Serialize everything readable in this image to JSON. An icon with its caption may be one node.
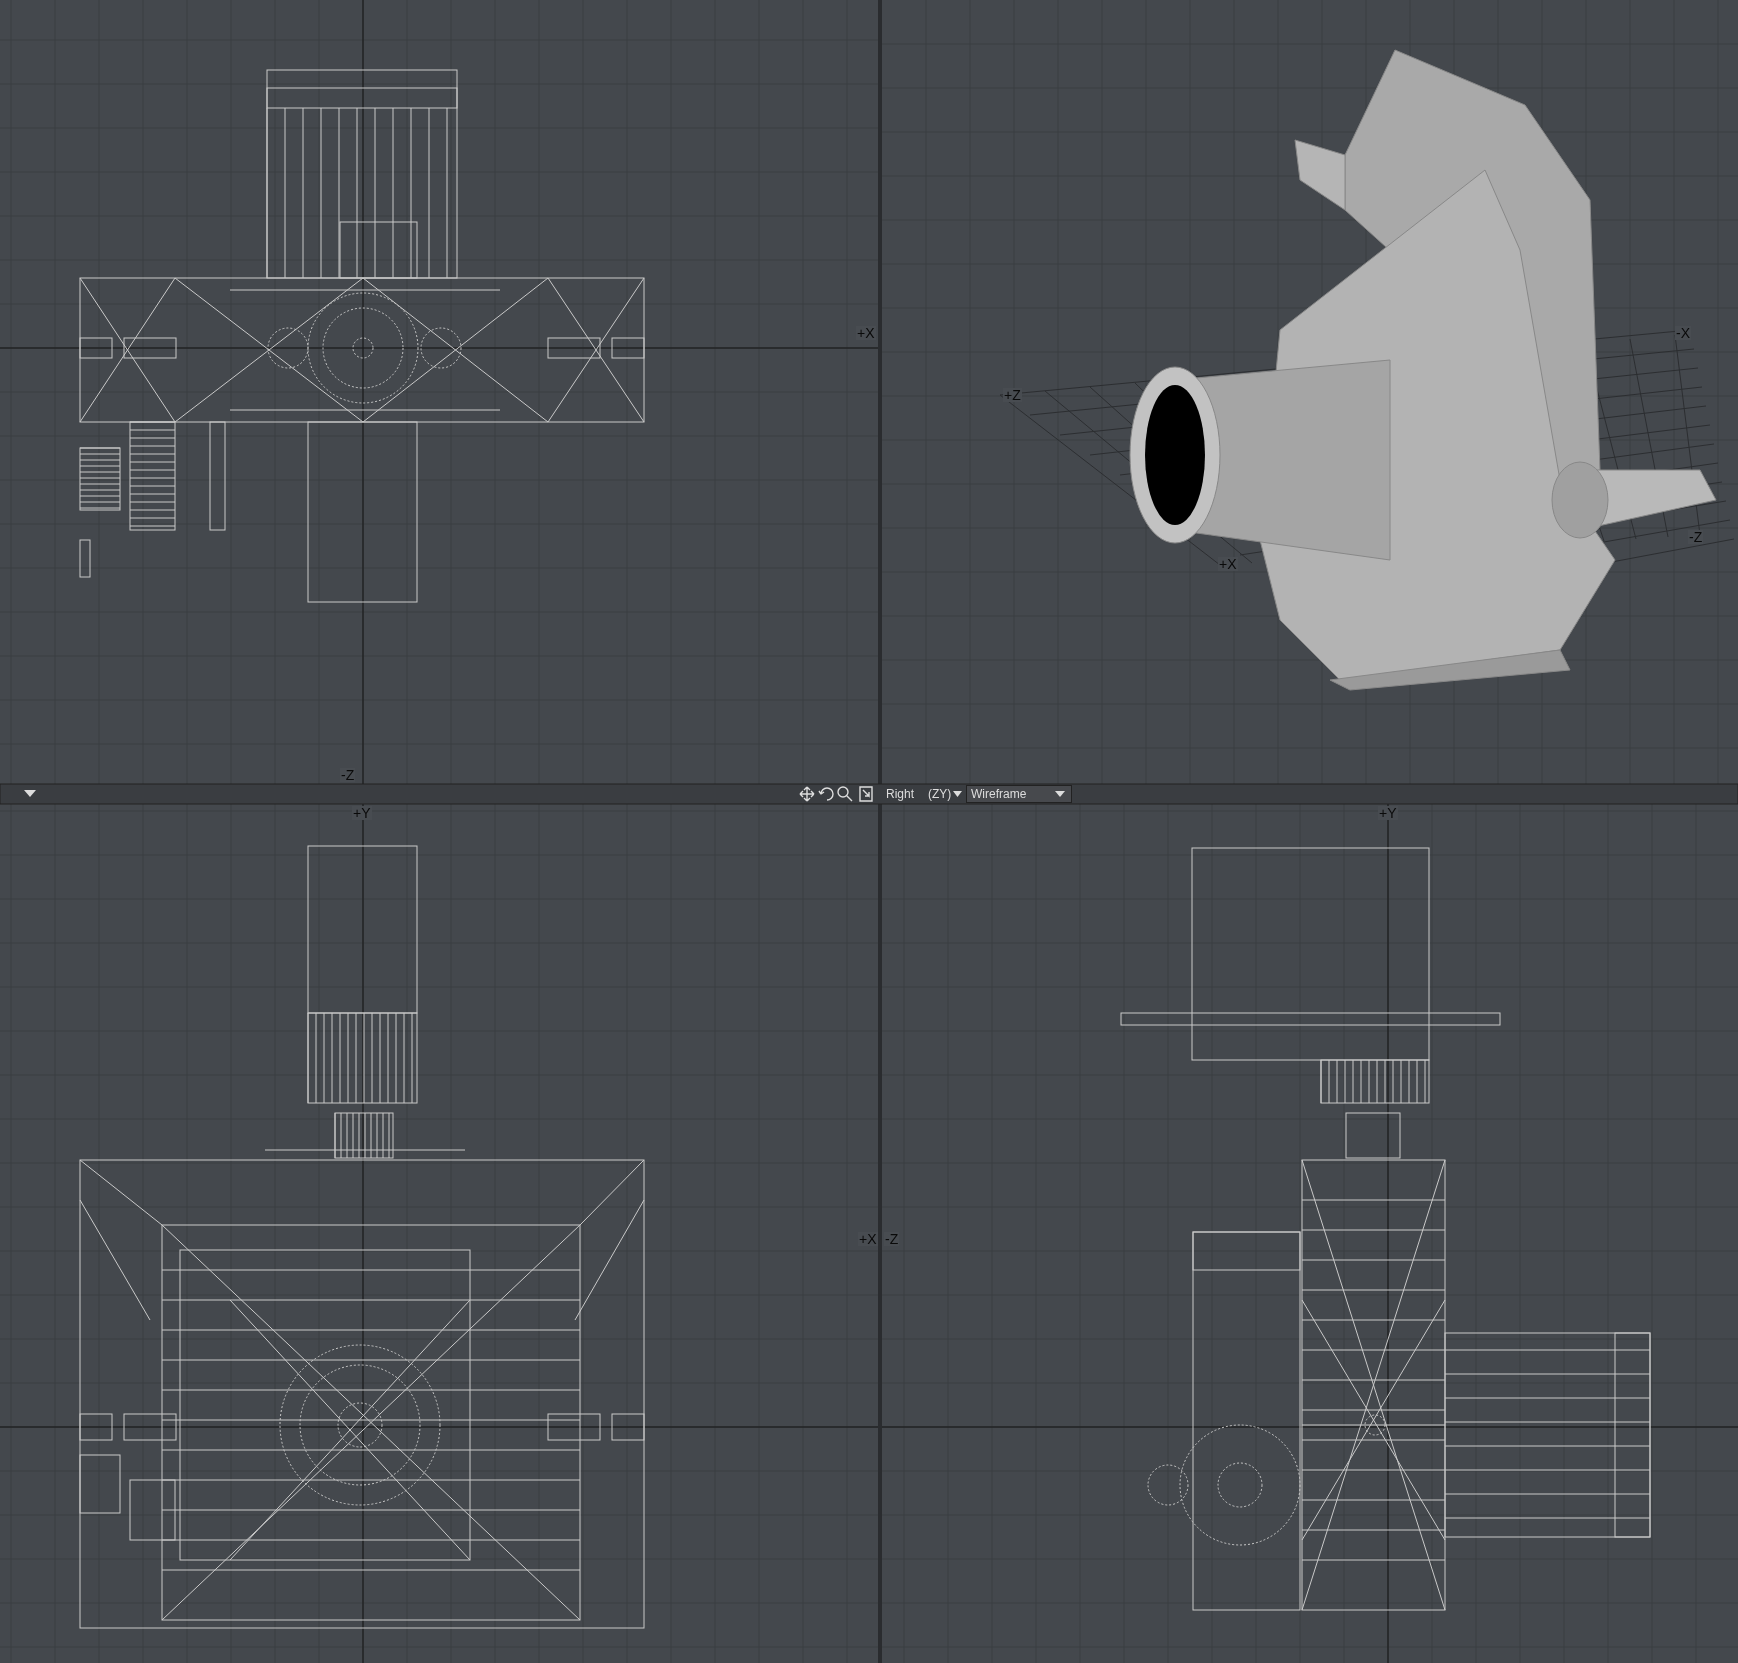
{
  "diagram": {
    "labels": [
      "+X",
      "-X",
      "+Z",
      "-Z",
      "+X",
      "-Z",
      "Right",
      "(ZY)",
      "Wireframe",
      "+Y",
      "+Y",
      "+X",
      "-Z"
    ]
  }
}
